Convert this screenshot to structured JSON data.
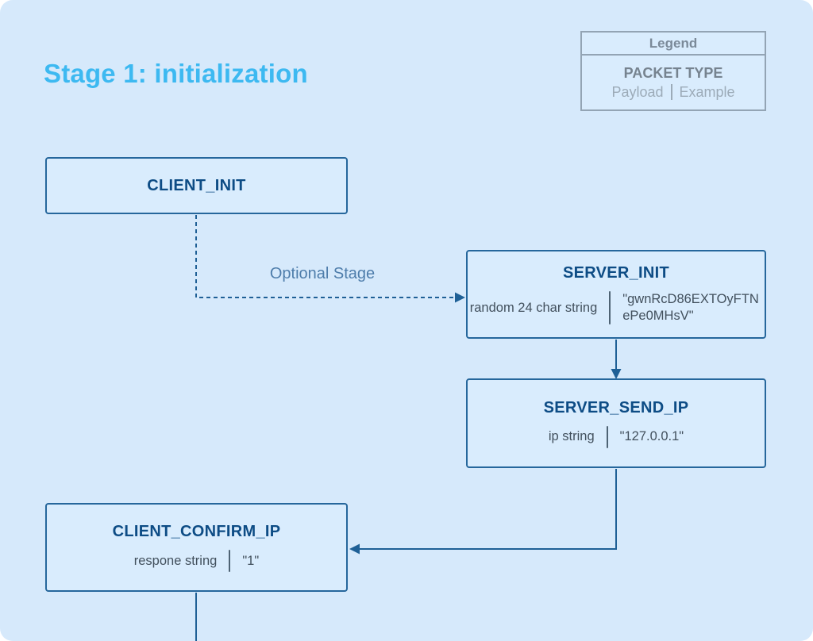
{
  "title": {
    "text": "Stage 1: initialization"
  },
  "legend": {
    "header": "Legend",
    "packet_type": "PACKET TYPE",
    "payload_label": "Payload",
    "example_label": "Example"
  },
  "connectors": {
    "optional_label": "Optional Stage"
  },
  "nodes": {
    "client_init": {
      "title": "CLIENT_INIT"
    },
    "server_init": {
      "title": "SERVER_INIT",
      "payload": "random 24 char string",
      "example": "\"gwnRcD86EXTOyFTNePe0MHsV\""
    },
    "server_send_ip": {
      "title": "SERVER_SEND_IP",
      "payload": "ip string",
      "example": "\"127.0.0.1\""
    },
    "client_confirm_ip": {
      "title": "CLIENT_CONFIRM_IP",
      "payload": "respone string",
      "example": "\"1\""
    }
  },
  "colors": {
    "canvas_background": "#d6e9fb",
    "page_title": "#3db9f1",
    "node_border": "#26679c",
    "node_title": "#0d4c85",
    "payload_text": "#42505d",
    "connector": "#1f6096",
    "legend_border": "#93a4b4",
    "legend_text": "#7b8a99",
    "legend_sub_text": "#9cabb8"
  }
}
